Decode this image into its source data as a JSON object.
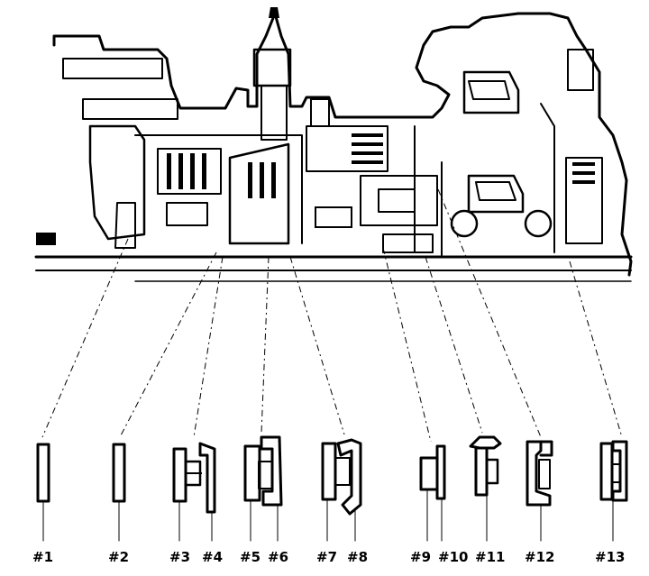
{
  "diagram": {
    "bearing_labels": [
      "#1",
      "#2",
      "#3",
      "#4",
      "#5",
      "#6",
      "#7",
      "#8",
      "#9",
      "#10",
      "#11",
      "#12",
      "#13"
    ]
  }
}
